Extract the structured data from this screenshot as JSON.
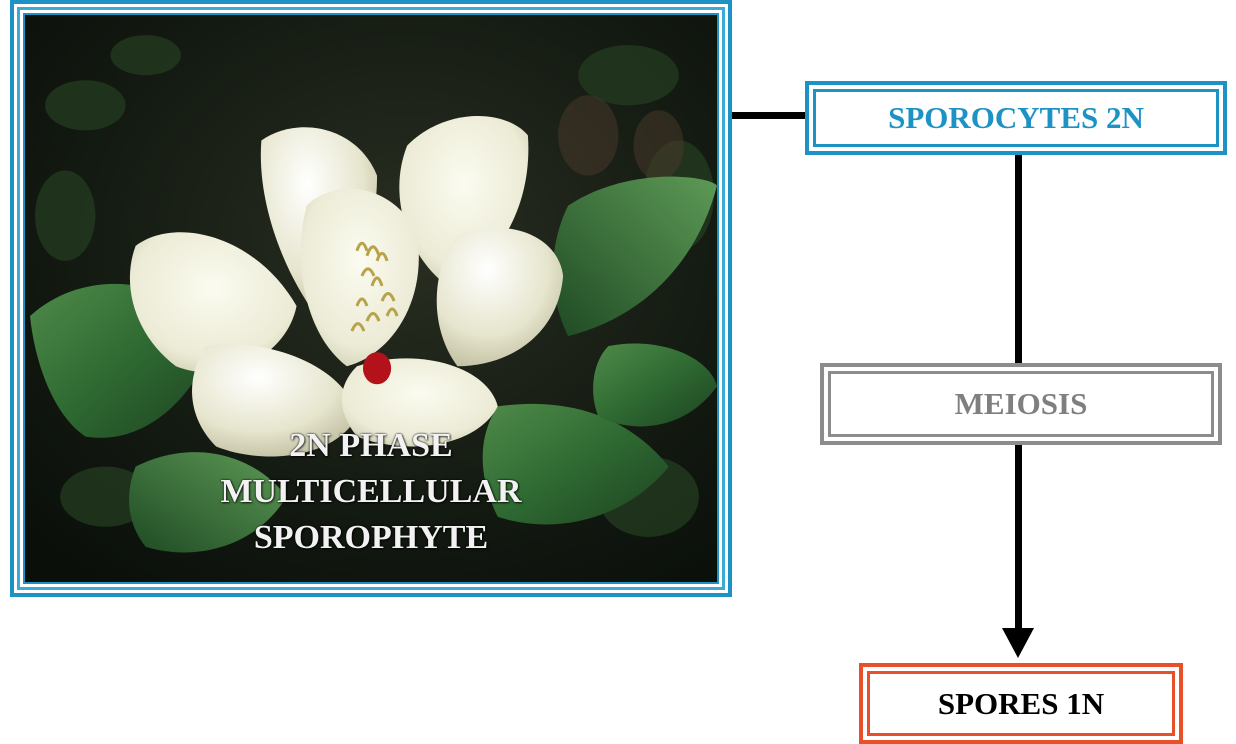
{
  "photo": {
    "caption_lines": [
      "2N PHASE",
      "MULTICELLULAR",
      "SPOROPHYTE"
    ],
    "subject": "magnolia-flower-image",
    "frame_color": "#1d92c4"
  },
  "boxes": {
    "sporocytes": {
      "label": "SPOROCYTES  2N",
      "color": "#1d92c4"
    },
    "meiosis": {
      "label": "MEIOSIS",
      "color": "#8c8c8c"
    },
    "spores": {
      "label": "SPORES 1N",
      "color": "#e8502a"
    }
  },
  "connector_color": "#000000"
}
